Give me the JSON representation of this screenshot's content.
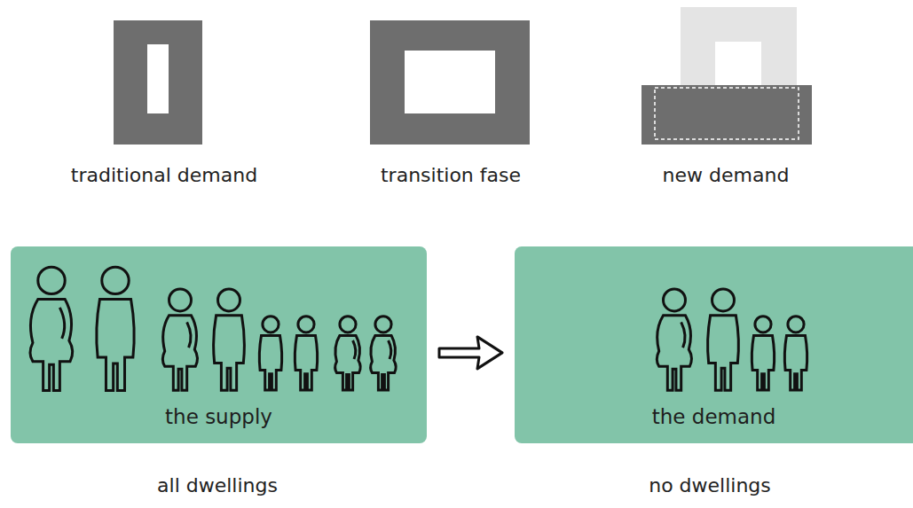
{
  "diagram": {
    "nodes": [
      {
        "text": [
          "the supply"
        ]
      },
      {
        "text": [
          "the demand"
        ]
      }
    ],
    "edges": [
      {
        "from": 0,
        "to": 1,
        "arrow": "to"
      }
    ],
    "labels": [
      "traditional demand",
      "transition fase",
      "new demand",
      "all dwellings",
      "no dwellings"
    ]
  }
}
